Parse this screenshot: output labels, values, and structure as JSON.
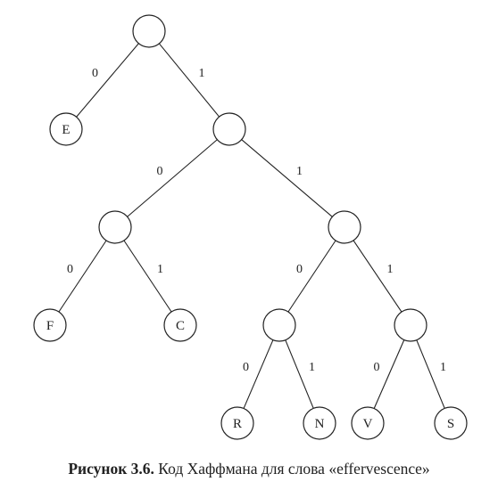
{
  "figure": {
    "caption_label": "Рисунок 3.6.",
    "caption_text": "Код Хаффмана для слова «effervescence»"
  },
  "tree": {
    "id": "root",
    "children": [
      {
        "edge": "0",
        "id": "E",
        "label": "E"
      },
      {
        "edge": "1",
        "id": "n1",
        "children": [
          {
            "edge": "0",
            "id": "n10",
            "children": [
              {
                "edge": "0",
                "id": "F",
                "label": "F"
              },
              {
                "edge": "1",
                "id": "C",
                "label": "C"
              }
            ]
          },
          {
            "edge": "1",
            "id": "n11",
            "children": [
              {
                "edge": "0",
                "id": "n110",
                "children": [
                  {
                    "edge": "0",
                    "id": "R",
                    "label": "R"
                  },
                  {
                    "edge": "1",
                    "id": "N",
                    "label": "N"
                  }
                ]
              },
              {
                "edge": "1",
                "id": "n111",
                "children": [
                  {
                    "edge": "0",
                    "id": "V",
                    "label": "V"
                  },
                  {
                    "edge": "1",
                    "id": "S",
                    "label": "S"
                  }
                ]
              }
            ]
          }
        ]
      }
    ]
  }
}
